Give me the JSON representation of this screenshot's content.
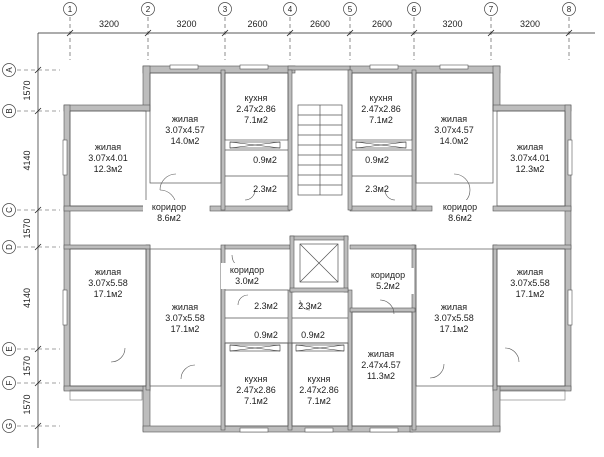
{
  "axes_top": [
    "1",
    "2",
    "3",
    "4",
    "5",
    "6",
    "7",
    "8"
  ],
  "axes_left": [
    "A",
    "B",
    "C",
    "D",
    "E",
    "F",
    "G"
  ],
  "dims_top": [
    "3200",
    "3200",
    "2600",
    "2600",
    "2600",
    "3200",
    "3200"
  ],
  "dims_left": [
    "1570",
    "4140",
    "1570",
    "4140",
    "1570",
    "1570"
  ],
  "rooms": [
    {
      "id": "kitchen-nw",
      "name": "кухня",
      "size": "2.47x2.86",
      "area": "7.1м2"
    },
    {
      "id": "kitchen-ne",
      "name": "кухня",
      "size": "2.47x2.86",
      "area": "7.1м2"
    },
    {
      "id": "living-nw-inner",
      "name": "жилая",
      "size": "3.07x4.57",
      "area": "14.0м2"
    },
    {
      "id": "living-ne-inner",
      "name": "жилая",
      "size": "3.07x4.57",
      "area": "14.0м2"
    },
    {
      "id": "living-nw-outer",
      "name": "жилая",
      "size": "3.07x4.01",
      "area": "12.3м2"
    },
    {
      "id": "living-ne-outer",
      "name": "жилая",
      "size": "3.07x4.01",
      "area": "12.3м2"
    },
    {
      "id": "corridor-nw",
      "name": "коридор",
      "area": "8.6м2"
    },
    {
      "id": "corridor-ne",
      "name": "коридор",
      "area": "8.6м2"
    },
    {
      "id": "living-sw-outer",
      "name": "жилая",
      "size": "3.07x5.58",
      "area": "17.1м2"
    },
    {
      "id": "living-se-outer",
      "name": "жилая",
      "size": "3.07x5.58",
      "area": "17.1м2"
    },
    {
      "id": "living-sw-inner",
      "name": "жилая",
      "size": "3.07x5.58",
      "area": "17.1м2"
    },
    {
      "id": "living-se-inner",
      "name": "жилая",
      "size": "3.07x5.58",
      "area": "17.1м2"
    },
    {
      "id": "corridor-sw",
      "name": "коридор",
      "area": "3.0м2"
    },
    {
      "id": "corridor-se",
      "name": "коридор",
      "area": "5.2м2"
    },
    {
      "id": "kitchen-sw",
      "name": "кухня",
      "size": "2.47x2.86",
      "area": "7.1м2"
    },
    {
      "id": "kitchen-sm",
      "name": "кухня",
      "size": "2.47x2.86",
      "area": "7.1м2"
    },
    {
      "id": "living-se-small",
      "name": "жилая",
      "size": "2.47x4.57",
      "area": "11.3м2"
    }
  ],
  "small_areas": [
    {
      "id": "wc-nw",
      "value": "0.9м2"
    },
    {
      "id": "bath-nw",
      "value": "2.3м2"
    },
    {
      "id": "wc-ne",
      "value": "0.9м2"
    },
    {
      "id": "bath-ne",
      "value": "2.3м2"
    },
    {
      "id": "bath-sw",
      "value": "2.3м2"
    },
    {
      "id": "bath-sm",
      "value": "2.3м2"
    },
    {
      "id": "wc-sw",
      "value": "0.9м2"
    },
    {
      "id": "wc-sm",
      "value": "0.9м2"
    }
  ]
}
